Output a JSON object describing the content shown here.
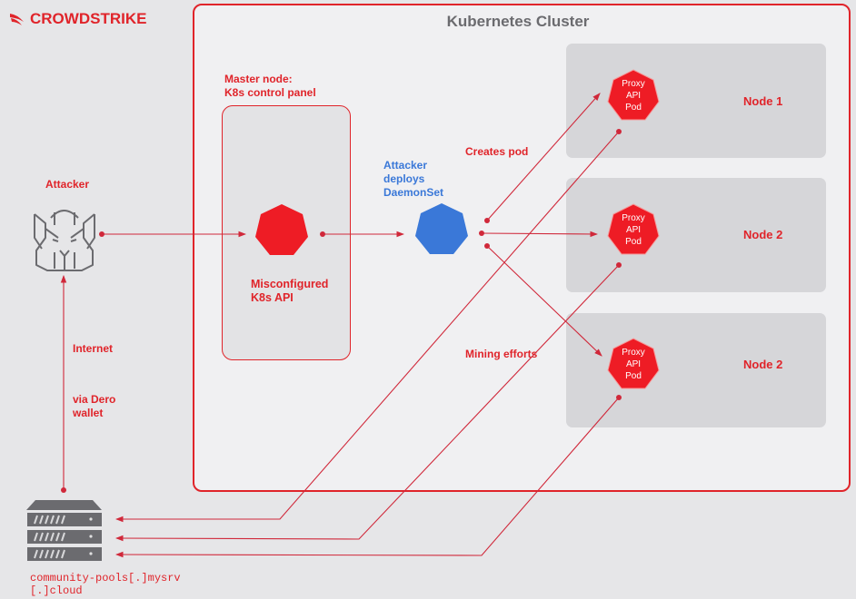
{
  "brand": {
    "logo_text": "CROWDSTRIKE",
    "accent_color": "#e0242a",
    "daemonset_color": "#3a78d8"
  },
  "cluster": {
    "title": "Kubernetes Cluster"
  },
  "master_node": {
    "title_line1": "Master node:",
    "title_line2": "K8s control panel",
    "api_line1": "Misconfigured",
    "api_line2": "K8s API"
  },
  "attacker": {
    "label": "Attacker"
  },
  "daemonset": {
    "line1": "Attacker",
    "line2": "deploys",
    "line3": "DaemonSet"
  },
  "annotations": {
    "creates_pod": "Creates pod",
    "mining_efforts": "Mining efforts",
    "internet": "Internet",
    "via_line1": "via Dero",
    "via_line2": "wallet"
  },
  "nodes": [
    {
      "label": "Node 1",
      "pod_line1": "Proxy",
      "pod_line2": "API",
      "pod_line3": "Pod"
    },
    {
      "label": "Node 2",
      "pod_line1": "Proxy",
      "pod_line2": "API",
      "pod_line3": "Pod"
    },
    {
      "label": "Node 2",
      "pod_line1": "Proxy",
      "pod_line2": "API",
      "pod_line3": "Pod"
    }
  ],
  "server": {
    "domain_line1": "community-pools[.]mysrv",
    "domain_line2": "[.]cloud"
  }
}
